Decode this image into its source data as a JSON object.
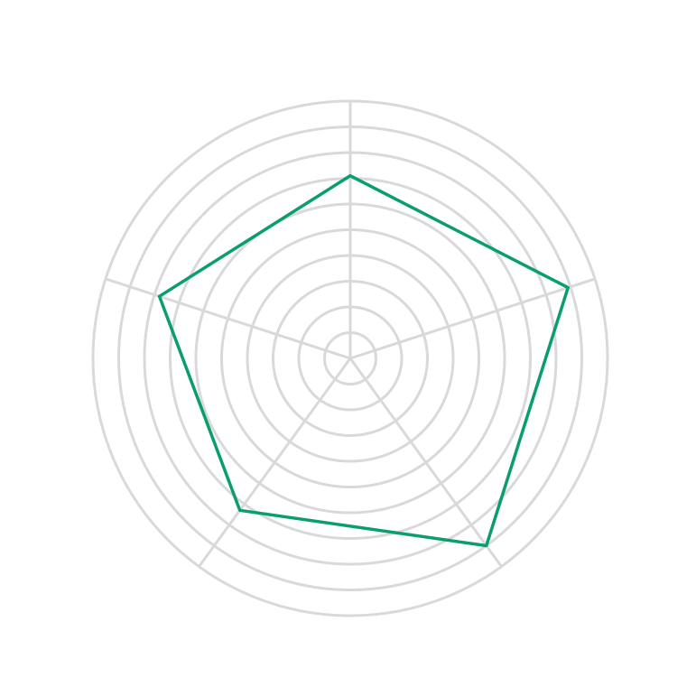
{
  "chart_data": {
    "type": "radar",
    "title": "",
    "axes": [
      "",
      "",
      "",
      "",
      ""
    ],
    "rmin": 0,
    "rmax": 10,
    "ring_step": 1,
    "grid": true,
    "series": [
      {
        "name": "",
        "values": [
          7.1,
          8.9,
          9.0,
          7.3,
          7.8
        ],
        "color": "#0a9e6e"
      }
    ],
    "grid_color": "#d9d9d9"
  }
}
